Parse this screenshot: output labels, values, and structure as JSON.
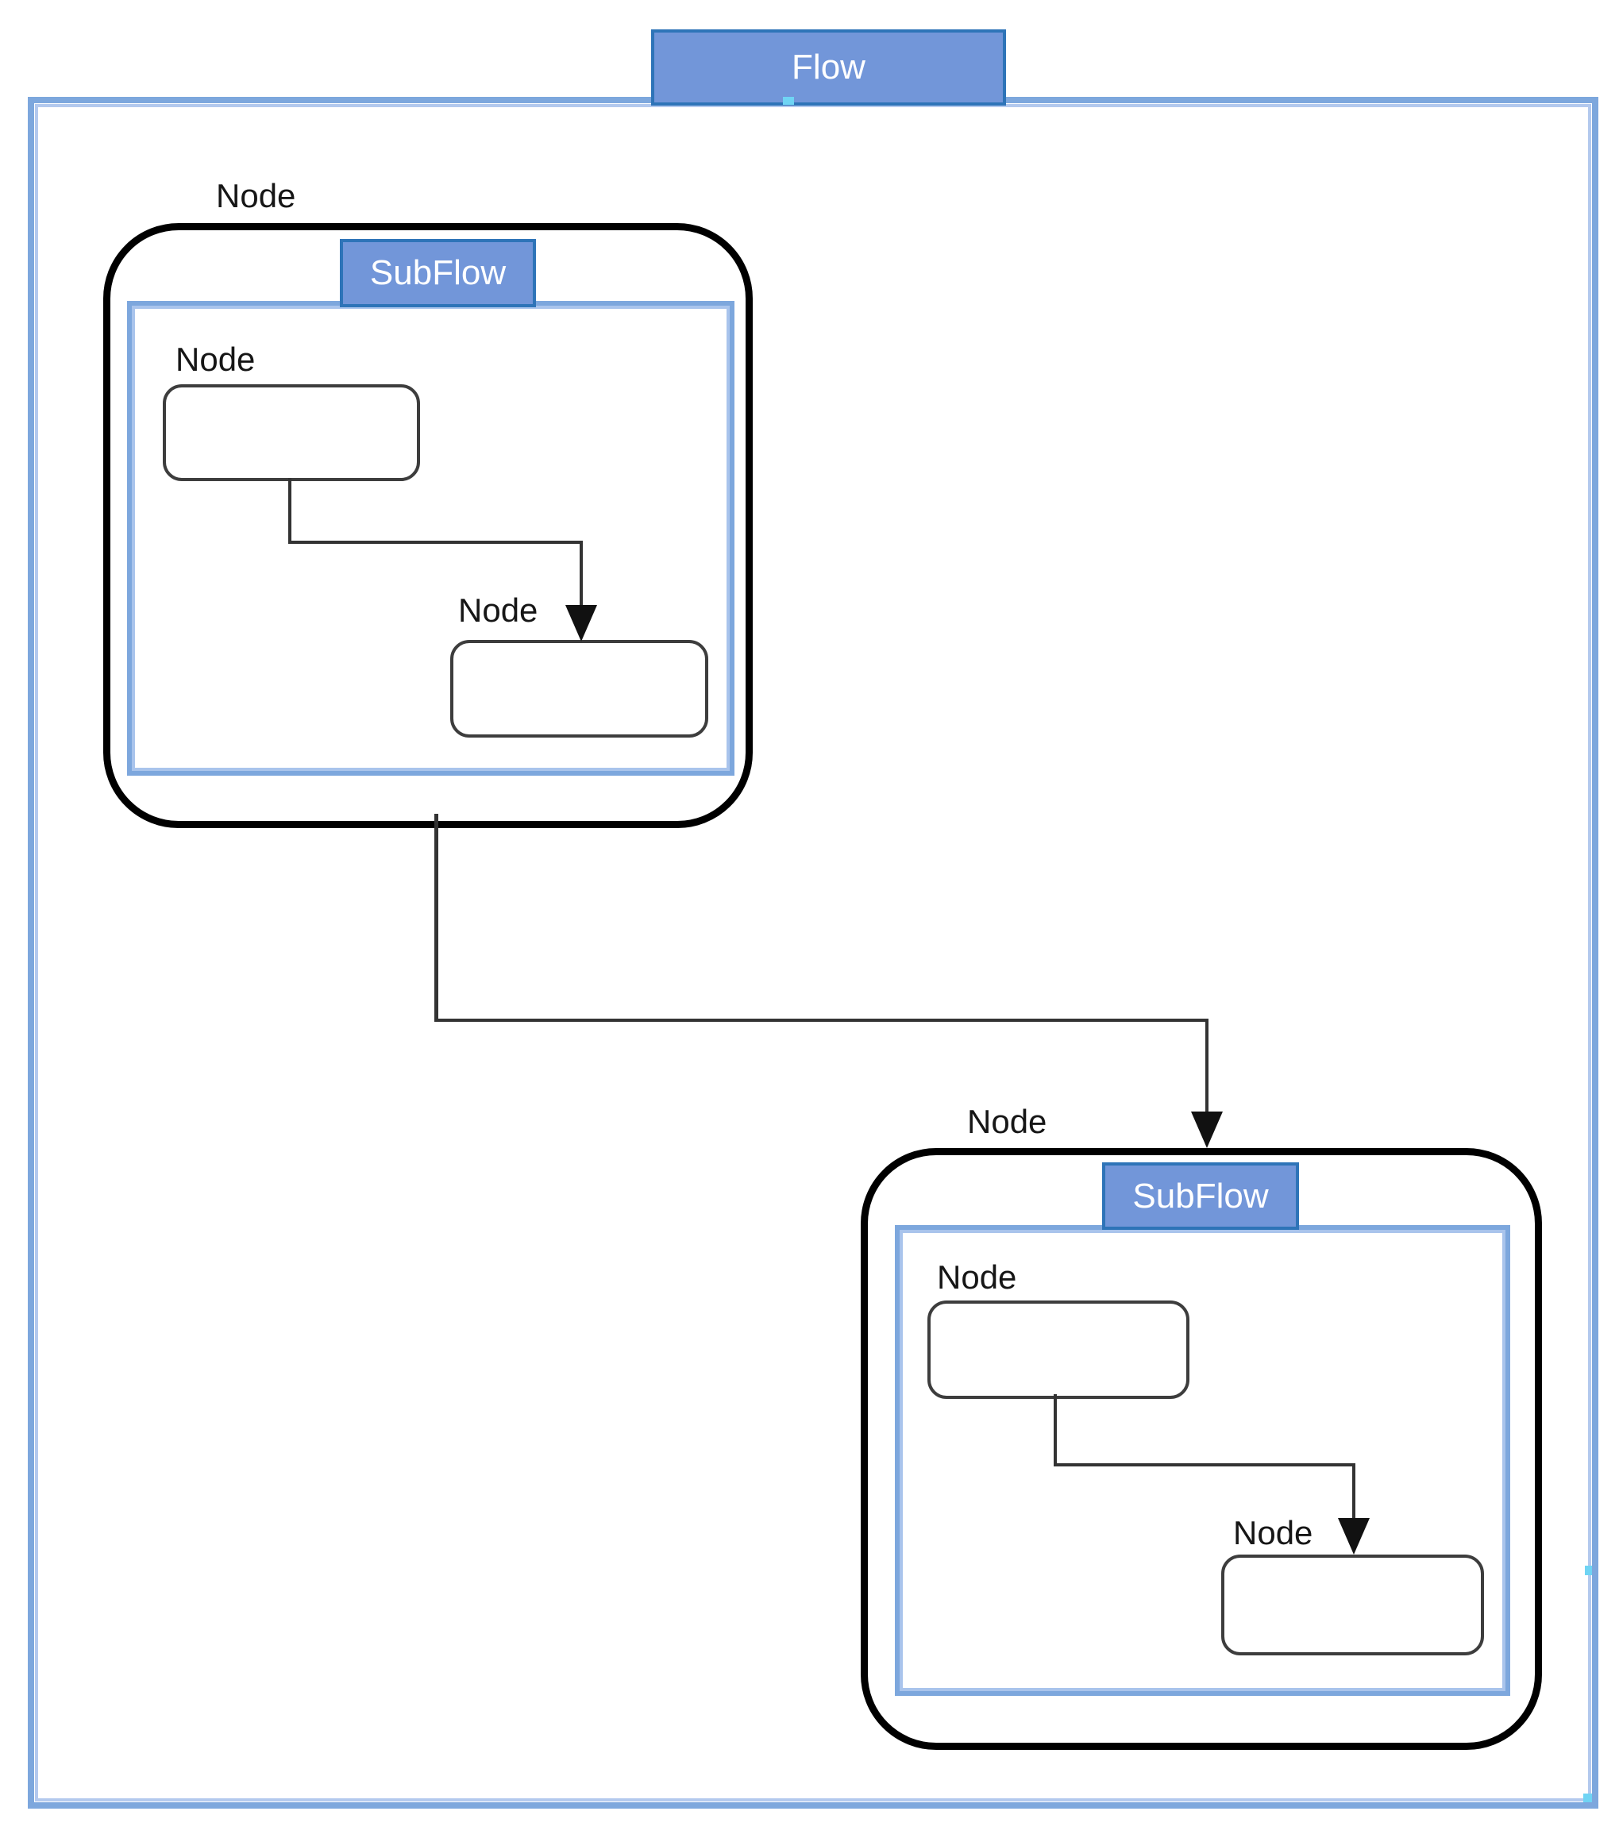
{
  "colors": {
    "flow_border": "#7da7dd",
    "flow_border_inner": "#b3c9ee",
    "tab_fill": "#7296d9",
    "tab_border": "#2e74b8",
    "tab_text": "#ffffff",
    "big_node_border": "#000000",
    "inner_node_border": "#3d3d3d",
    "connector": "#333333",
    "label_text": "#161616",
    "connection_point": "#6fd4f4"
  },
  "flow": {
    "tab_label": "Flow"
  },
  "node1": {
    "label": "Node",
    "subflow": {
      "tab_label": "SubFlow",
      "nodes": [
        {
          "label": "Node"
        },
        {
          "label": "Node"
        }
      ]
    }
  },
  "node2": {
    "label": "Node",
    "subflow": {
      "tab_label": "SubFlow",
      "nodes": [
        {
          "label": "Node"
        },
        {
          "label": "Node"
        }
      ]
    }
  }
}
